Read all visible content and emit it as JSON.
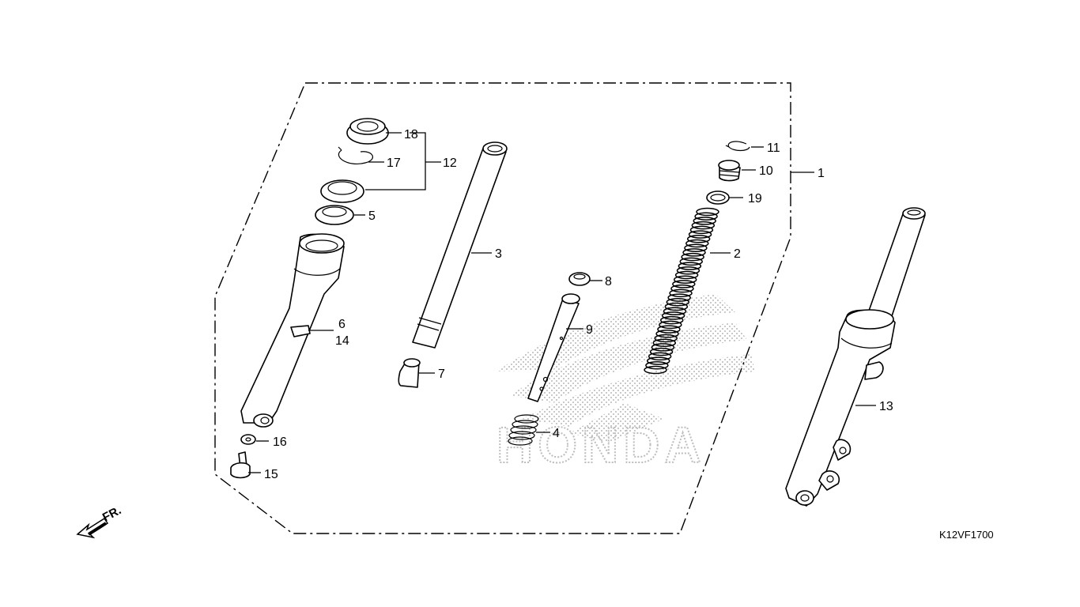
{
  "diagram": {
    "callouts": [
      "1",
      "2",
      "3",
      "4",
      "5",
      "6",
      "7",
      "8",
      "9",
      "10",
      "11",
      "12",
      "13",
      "14",
      "15",
      "16",
      "17",
      "18",
      "19"
    ],
    "diagram_code": "K12VF1700",
    "direction_label": "FR."
  },
  "watermark": {
    "brand": "HONDA"
  }
}
